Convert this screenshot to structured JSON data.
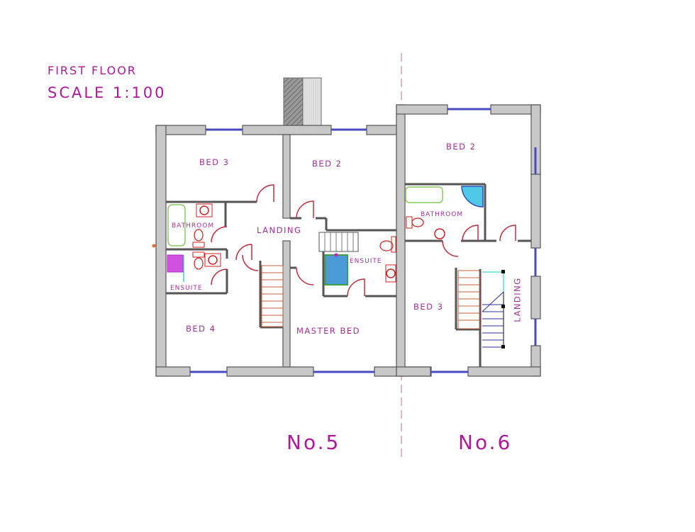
{
  "header": {
    "floor": "FIRST FLOOR",
    "scale": "SCALE 1:100"
  },
  "units": {
    "left": "No.5",
    "right": "No.6"
  },
  "rooms": {
    "no5": {
      "bed3": "BED 3",
      "bed2": "BED 2",
      "bathroom": "BATHROOM",
      "landing": "LANDING",
      "ensuite_left": "ENSUITE",
      "ensuite_right": "ENSUITE",
      "bed4": "BED 4",
      "master_bed": "MASTER BED"
    },
    "no6": {
      "bed2": "BED 2",
      "bathroom": "BATHROOM",
      "bed3": "BED 3",
      "landing": "LANDING"
    }
  },
  "colors": {
    "text": "#b0189a",
    "wall_fill": "#c8c8c8",
    "wall_stroke": "#555555",
    "window": "#4a4ac0",
    "door": "#c03040",
    "sanitary": "#d02020",
    "bath": "#8cc860",
    "shower_blue": "#50c8e8",
    "stairs": "#c06040",
    "party_wall": "#e08090"
  }
}
